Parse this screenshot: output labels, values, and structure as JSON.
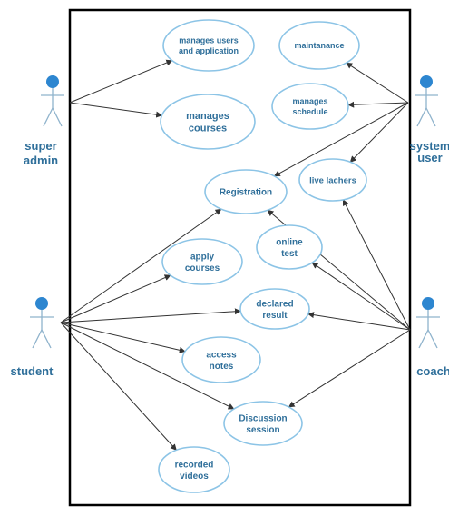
{
  "colors": {
    "ellipse_stroke": "#8cc4e6",
    "ellipse_fill": "#ffffff",
    "text": "#2f6f9a",
    "actor_head": "#2d86d0",
    "actor_body": "#8fb3cc",
    "line": "#333333",
    "boundary": "#000000"
  },
  "actors": {
    "super_admin": [
      "super",
      "admin"
    ],
    "system_user": [
      "system",
      "user"
    ],
    "student": [
      "student"
    ],
    "coach": [
      "coach"
    ]
  },
  "use_cases": {
    "manage_users": [
      "manages users",
      "and application"
    ],
    "maintenance": [
      "maintanance"
    ],
    "manages_courses": [
      "manages",
      "courses"
    ],
    "manages_schedule": [
      "manages",
      "schedule"
    ],
    "registration": [
      "Registration"
    ],
    "live_lectures": [
      "live lachers"
    ],
    "apply_courses": [
      "apply",
      "courses"
    ],
    "online_test": [
      "online",
      "test"
    ],
    "declared_result": [
      "declared",
      "result"
    ],
    "access_notes": [
      "access",
      "notes"
    ],
    "discussion_session": [
      "Discussion",
      "session"
    ],
    "recorded_videos": [
      "recorded",
      "videos"
    ]
  },
  "associations": [
    {
      "from": "super_admin",
      "to": "manage_users"
    },
    {
      "from": "super_admin",
      "to": "manages_courses"
    },
    {
      "from": "system_user",
      "to": "maintenance"
    },
    {
      "from": "system_user",
      "to": "manages_schedule"
    },
    {
      "from": "system_user",
      "to": "registration"
    },
    {
      "from": "system_user",
      "to": "live_lectures"
    },
    {
      "from": "student",
      "to": "registration"
    },
    {
      "from": "student",
      "to": "apply_courses"
    },
    {
      "from": "student",
      "to": "declared_result"
    },
    {
      "from": "student",
      "to": "access_notes"
    },
    {
      "from": "student",
      "to": "discussion_session"
    },
    {
      "from": "student",
      "to": "recorded_videos"
    },
    {
      "from": "coach",
      "to": "registration"
    },
    {
      "from": "coach",
      "to": "live_lectures"
    },
    {
      "from": "coach",
      "to": "online_test"
    },
    {
      "from": "coach",
      "to": "declared_result"
    },
    {
      "from": "coach",
      "to": "discussion_session"
    }
  ]
}
